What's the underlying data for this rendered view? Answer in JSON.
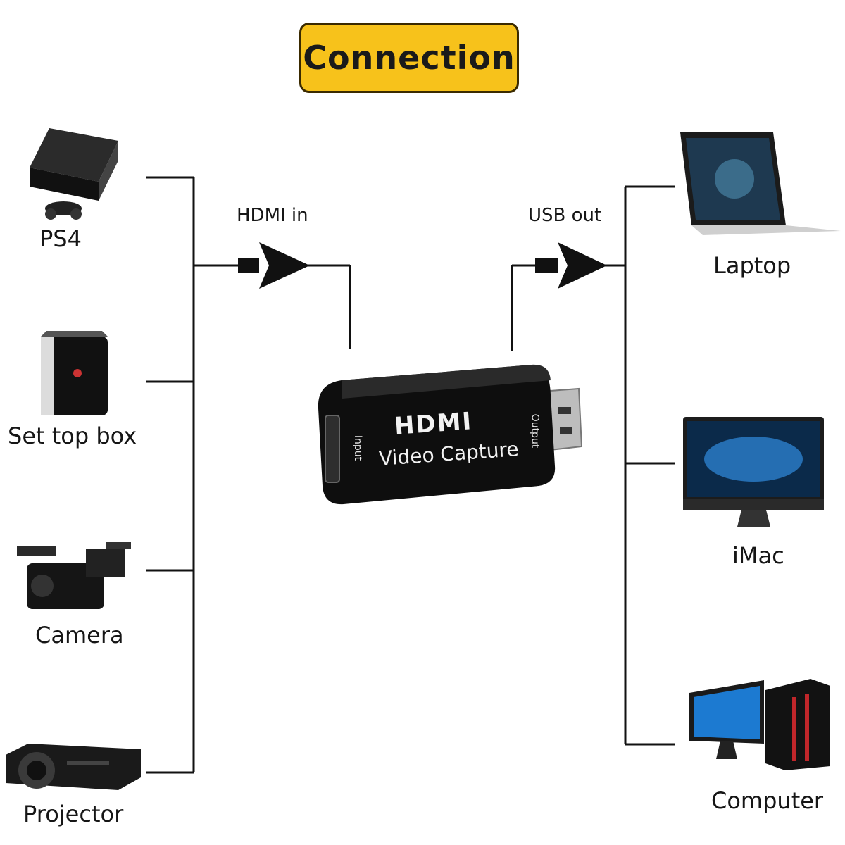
{
  "title": "Connection",
  "arrows": {
    "input_label": "HDMI in",
    "output_label": "USB out"
  },
  "sources": [
    {
      "label": "PS4",
      "icon": "ps4-console-icon"
    },
    {
      "label": "Set top box",
      "icon": "set-top-box-icon"
    },
    {
      "label": "Camera",
      "icon": "camcorder-icon"
    },
    {
      "label": "Projector",
      "icon": "projector-icon"
    }
  ],
  "destinations": [
    {
      "label": "Laptop",
      "icon": "laptop-icon"
    },
    {
      "label": "iMac",
      "icon": "imac-icon"
    },
    {
      "label": "Computer",
      "icon": "desktop-computer-icon"
    }
  ],
  "device": {
    "brand": "HDMI",
    "name": "Video Capture",
    "input_port": "Input",
    "output_port": "Output"
  },
  "colors": {
    "title_bg": "#f7c21b",
    "device_body": "#111111",
    "wire": "#111111"
  }
}
